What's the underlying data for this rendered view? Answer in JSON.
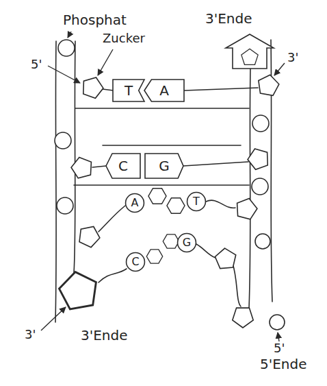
{
  "diagram": {
    "nodes": [
      {
        "text": [
          "T"
        ]
      },
      {
        "text": [
          "A"
        ]
      },
      {
        "text": [
          "C"
        ]
      },
      {
        "text": [
          "G"
        ]
      },
      {
        "text": [
          "A"
        ]
      },
      {
        "text": [
          "T"
        ]
      },
      {
        "text": [
          "C"
        ]
      },
      {
        "text": [
          "G"
        ]
      }
    ],
    "labels": [
      "Phosphat",
      "3'Ende",
      "Zucker",
      "5'",
      "3'",
      "3'",
      "3'Ende",
      "5'",
      "5'Ende"
    ]
  }
}
